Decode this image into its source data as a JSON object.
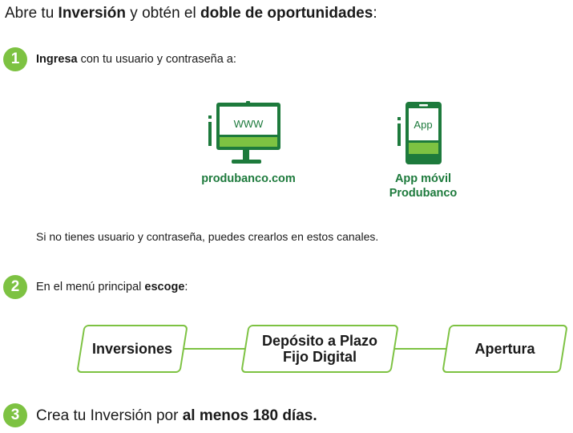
{
  "title": {
    "part1": "Abre tu ",
    "bold1": "Inversión",
    "part2": " y obtén el ",
    "bold2": "doble de oportunidades",
    "part3": ":"
  },
  "step1": {
    "number": "1",
    "bold": "Ingresa",
    "text": " con tu usuario y contraseña a:"
  },
  "channels": {
    "web": {
      "screen_text": "WWW",
      "label": "produbanco.com"
    },
    "app": {
      "screen_text": "App",
      "label_line1": "App móvil",
      "label_line2": "Produbanco"
    }
  },
  "note": "Si no tienes usuario y contraseña, puedes crearlos en estos canales.",
  "step2": {
    "number": "2",
    "text": "En el menú principal ",
    "bold": "escoge",
    "suffix": ":"
  },
  "flow": {
    "box1": "Inversiones",
    "box2_line1": "Depósito a Plazo",
    "box2_line2": "Fijo Digital",
    "box3": "Apertura"
  },
  "step3": {
    "number": "3",
    "text": "Crea tu Inversión por ",
    "bold": "al menos 180 días."
  },
  "colors": {
    "accent_green": "#7dc242",
    "dark_green": "#1d7a3c"
  }
}
